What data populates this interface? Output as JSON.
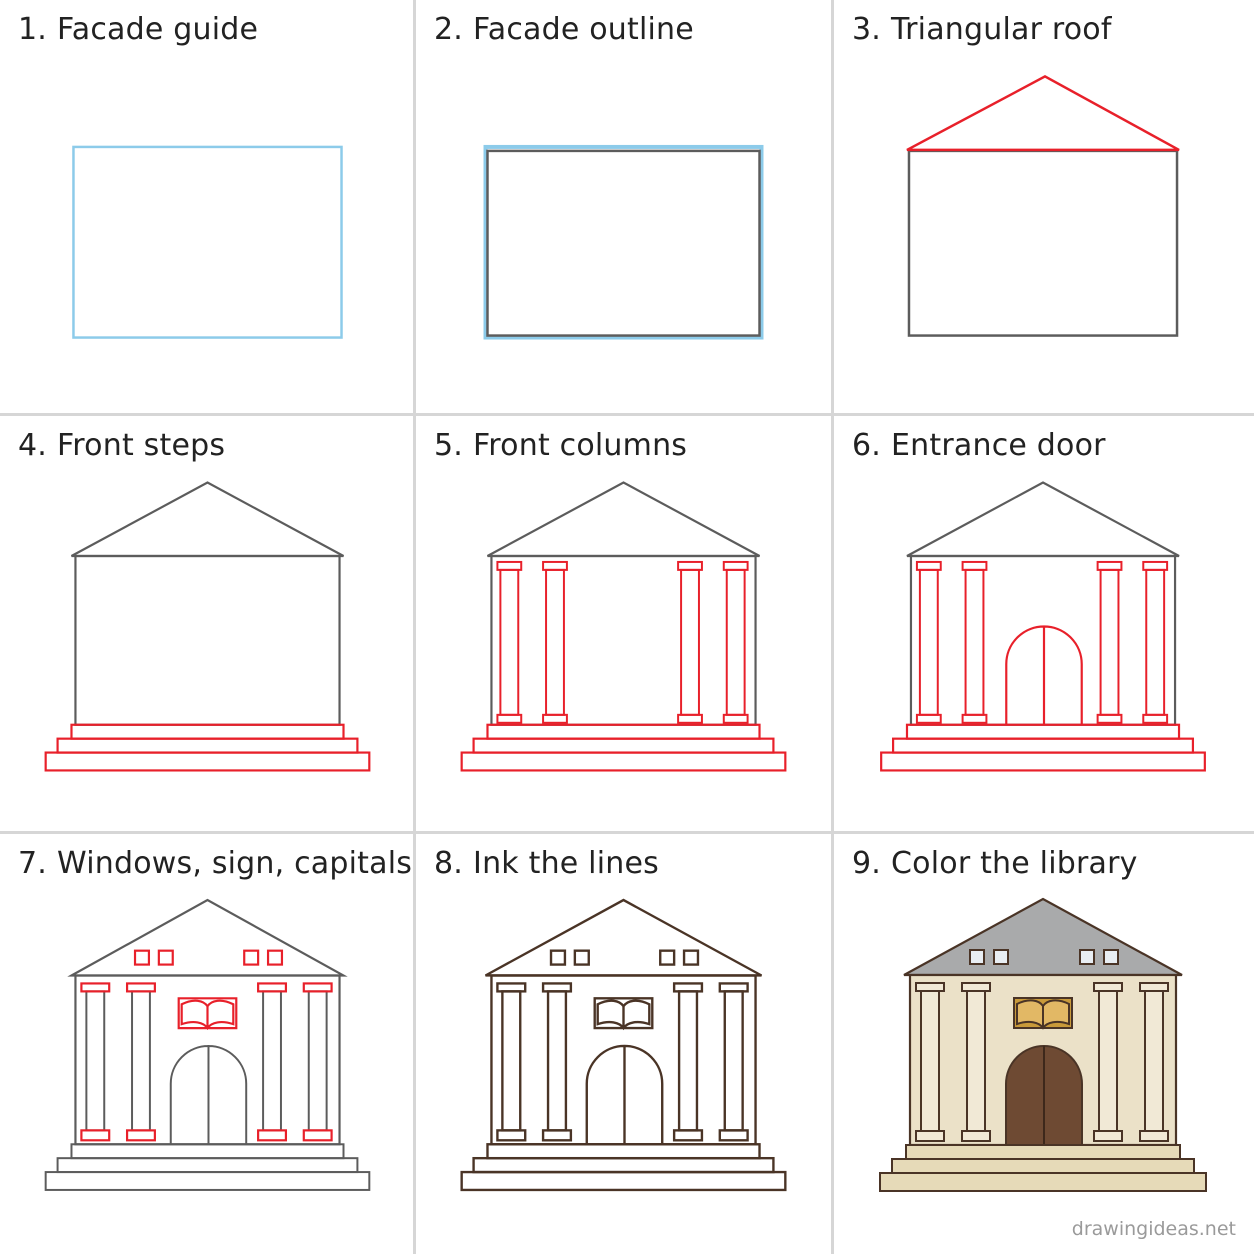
{
  "steps": [
    {
      "number": "1.",
      "title": "Facade guide"
    },
    {
      "number": "2.",
      "title": "Facade outline"
    },
    {
      "number": "3.",
      "title": "Triangular roof"
    },
    {
      "number": "4.",
      "title": "Front steps"
    },
    {
      "number": "5.",
      "title": "Front columns"
    },
    {
      "number": "6.",
      "title": "Entrance door"
    },
    {
      "number": "7.",
      "title": "Windows, sign, capitals"
    },
    {
      "number": "8.",
      "title": "Ink the lines"
    },
    {
      "number": "9.",
      "title": "Color the library"
    }
  ],
  "watermark": "drawingideas.net",
  "colors": {
    "guide_blue": "#8ccbea",
    "pencil_gray": "#5c5c5c",
    "new_red": "#e8202a",
    "ink_brown": "#4a3426",
    "roof_gray": "#a9aaab",
    "wall_beige": "#ebe1c8",
    "column_beige": "#f1e9d6",
    "door_brown": "#6e4a33",
    "book_gold": "#c99a3a",
    "window_blue": "#e9eef3",
    "divider": "#d6d6d6"
  }
}
